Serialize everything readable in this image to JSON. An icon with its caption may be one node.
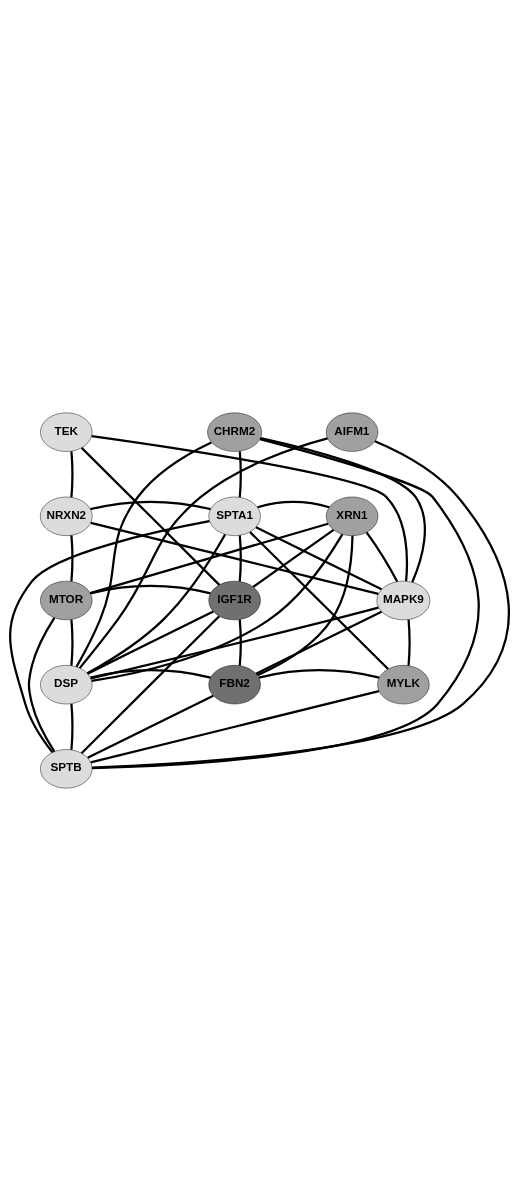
{
  "diagram": {
    "nodes": [
      {
        "text": [
          "TEK"
        ]
      },
      {
        "text": [
          "CHRM2"
        ]
      },
      {
        "text": [
          "AIFM1"
        ]
      },
      {
        "text": [
          "NRXN2"
        ]
      },
      {
        "text": [
          "SPTA1"
        ]
      },
      {
        "text": [
          "XRN1"
        ]
      },
      {
        "text": [
          "MTOR"
        ]
      },
      {
        "text": [
          "IGF1R"
        ]
      },
      {
        "text": [
          "MAPK9"
        ]
      },
      {
        "text": [
          "DSP"
        ]
      },
      {
        "text": [
          "FBN2"
        ]
      },
      {
        "text": [
          "MYLK"
        ]
      },
      {
        "text": [
          "SPTB"
        ]
      }
    ],
    "edges": [
      {
        "from": 0,
        "to": 3,
        "arrow": "none"
      },
      {
        "from": 0,
        "to": 7,
        "arrow": "none"
      },
      {
        "from": 0,
        "to": 8,
        "arrow": "none"
      },
      {
        "from": 1,
        "to": 4,
        "arrow": "none"
      },
      {
        "from": 1,
        "to": 9,
        "arrow": "none"
      },
      {
        "from": 1,
        "to": 12,
        "arrow": "none"
      },
      {
        "from": 1,
        "to": 8,
        "arrow": "none"
      },
      {
        "from": 2,
        "to": 9,
        "arrow": "none"
      },
      {
        "from": 2,
        "to": 12,
        "arrow": "none"
      },
      {
        "from": 3,
        "to": 4,
        "arrow": "none"
      },
      {
        "from": 4,
        "to": 5,
        "arrow": "none"
      },
      {
        "from": 3,
        "to": 6,
        "arrow": "none"
      },
      {
        "from": 3,
        "to": 8,
        "arrow": "none"
      },
      {
        "from": 4,
        "to": 7,
        "arrow": "none"
      },
      {
        "from": 4,
        "to": 8,
        "arrow": "none"
      },
      {
        "from": 4,
        "to": 11,
        "arrow": "none"
      },
      {
        "from": 4,
        "to": 9,
        "arrow": "none"
      },
      {
        "from": 4,
        "to": 12,
        "arrow": "none"
      },
      {
        "from": 5,
        "to": 8,
        "arrow": "none"
      },
      {
        "from": 5,
        "to": 6,
        "arrow": "none"
      },
      {
        "from": 5,
        "to": 7,
        "arrow": "none"
      },
      {
        "from": 5,
        "to": 10,
        "arrow": "none"
      },
      {
        "from": 5,
        "to": 9,
        "arrow": "none"
      },
      {
        "from": 6,
        "to": 7,
        "arrow": "none"
      },
      {
        "from": 6,
        "to": 9,
        "arrow": "none"
      },
      {
        "from": 6,
        "to": 12,
        "arrow": "none"
      },
      {
        "from": 7,
        "to": 10,
        "arrow": "none"
      },
      {
        "from": 7,
        "to": 9,
        "arrow": "none"
      },
      {
        "from": 7,
        "to": 12,
        "arrow": "none"
      },
      {
        "from": 8,
        "to": 11,
        "arrow": "none"
      },
      {
        "from": 8,
        "to": 9,
        "arrow": "none"
      },
      {
        "from": 8,
        "to": 10,
        "arrow": "none"
      },
      {
        "from": 9,
        "to": 10,
        "arrow": "none"
      },
      {
        "from": 10,
        "to": 11,
        "arrow": "none"
      },
      {
        "from": 9,
        "to": 12,
        "arrow": "none"
      },
      {
        "from": 10,
        "to": 12,
        "arrow": "none"
      },
      {
        "from": 11,
        "to": 12,
        "arrow": "none"
      }
    ]
  }
}
